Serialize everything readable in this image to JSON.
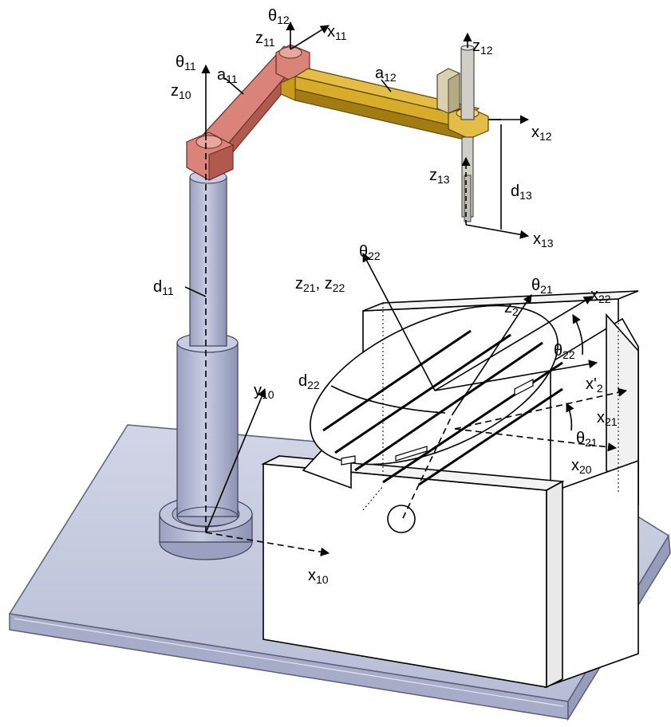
{
  "labels": {
    "theta12": {
      "sym": "θ",
      "sub": "12"
    },
    "z11": {
      "sym": "z",
      "sub": "11"
    },
    "x11": {
      "sym": "x",
      "sub": "11"
    },
    "theta11": {
      "sym": "θ",
      "sub": "11"
    },
    "a11": {
      "sym": "a",
      "sub": "11"
    },
    "z10": {
      "sym": "z",
      "sub": "10"
    },
    "a12": {
      "sym": "a",
      "sub": "12"
    },
    "z12": {
      "sym": "z",
      "sub": "12"
    },
    "x12": {
      "sym": "x",
      "sub": "12"
    },
    "z13": {
      "sym": "z",
      "sub": "13"
    },
    "d13": {
      "sym": "d",
      "sub": "13"
    },
    "x13": {
      "sym": "x",
      "sub": "13"
    },
    "theta22": {
      "sym": "θ",
      "sub": "22"
    },
    "d11": {
      "sym": "d",
      "sub": "11"
    },
    "z21z22": {
      "sym": "z",
      "sub": "21",
      "sep": ", ",
      "sym2": "z",
      "sub2": "22"
    },
    "theta21_top": {
      "sym": "θ",
      "sub": "21"
    },
    "z2": {
      "sym": "z",
      "sub": "2"
    },
    "x22": {
      "sym": "x",
      "sub": "22"
    },
    "theta22_arc": {
      "sym": "θ",
      "sub": "22"
    },
    "d22": {
      "sym": "d",
      "sub": "22"
    },
    "x2prime": {
      "sym": "x'",
      "sub": "2"
    },
    "x21": {
      "sym": "x",
      "sub": "21"
    },
    "theta21_arc": {
      "sym": "θ",
      "sub": "21"
    },
    "x20": {
      "sym": "x",
      "sub": "20"
    },
    "y10": {
      "sym": "y",
      "sub": "10"
    },
    "x10": {
      "sym": "x",
      "sub": "10"
    }
  },
  "colors": {
    "column": "#b6bcd6",
    "column_dark": "#8e95b5",
    "link1": "#d9837a",
    "link1_dark": "#b0594f",
    "link2": "#d7ac2a",
    "link2_dark": "#a17c12",
    "plate": "#c7cbe0",
    "plate_edge": "#9ea3c2",
    "tool": "#c8c8c0"
  }
}
